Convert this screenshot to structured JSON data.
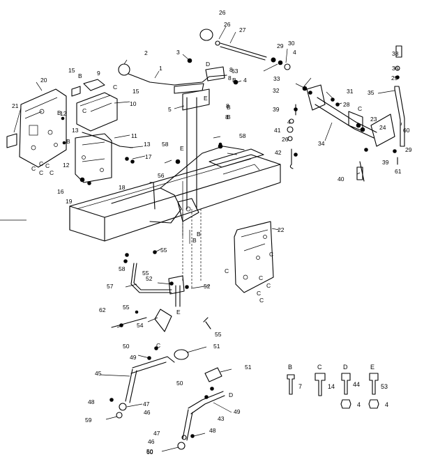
{
  "callouts": [
    {
      "id": "c1",
      "text": "1"
    },
    {
      "id": "c2",
      "text": "2"
    },
    {
      "id": "c3",
      "text": "3"
    },
    {
      "id": "c4a",
      "text": "4"
    },
    {
      "id": "c4b",
      "text": "4"
    },
    {
      "id": "c4c",
      "text": "4"
    },
    {
      "id": "c5",
      "text": "5"
    },
    {
      "id": "c8a",
      "text": "8"
    },
    {
      "id": "c8b",
      "text": "8"
    },
    {
      "id": "c8c",
      "text": "8"
    },
    {
      "id": "c8d",
      "text": "8"
    },
    {
      "id": "c9",
      "text": "9"
    },
    {
      "id": "c10",
      "text": "10"
    },
    {
      "id": "c11",
      "text": "11"
    },
    {
      "id": "c12a",
      "text": "12"
    },
    {
      "id": "c12b",
      "text": "12"
    },
    {
      "id": "c13a",
      "text": "13"
    },
    {
      "id": "c13b",
      "text": "13"
    },
    {
      "id": "c15a",
      "text": "15"
    },
    {
      "id": "c15b",
      "text": "15"
    },
    {
      "id": "c16",
      "text": "16"
    },
    {
      "id": "c17",
      "text": "17"
    },
    {
      "id": "c18",
      "text": "18"
    },
    {
      "id": "c19",
      "text": "19"
    },
    {
      "id": "c20",
      "text": "20"
    },
    {
      "id": "c21",
      "text": "21"
    },
    {
      "id": "c22",
      "text": "22"
    },
    {
      "id": "c23",
      "text": "23"
    },
    {
      "id": "c24",
      "text": "24"
    },
    {
      "id": "c26a",
      "text": "26"
    },
    {
      "id": "c26b",
      "text": "26"
    },
    {
      "id": "c26c",
      "text": "26"
    },
    {
      "id": "c27",
      "text": "27"
    },
    {
      "id": "c28",
      "text": "28"
    },
    {
      "id": "c29a",
      "text": "29"
    },
    {
      "id": "c29b",
      "text": "29"
    },
    {
      "id": "c29c",
      "text": "29"
    },
    {
      "id": "c30",
      "text": "30"
    },
    {
      "id": "c31",
      "text": "31"
    },
    {
      "id": "c32",
      "text": "32"
    },
    {
      "id": "c33",
      "text": "33"
    },
    {
      "id": "c34",
      "text": "34"
    },
    {
      "id": "c35",
      "text": "35"
    },
    {
      "id": "c36",
      "text": "36"
    },
    {
      "id": "c38",
      "text": "38"
    },
    {
      "id": "c39a",
      "text": "39"
    },
    {
      "id": "c39b",
      "text": "39"
    },
    {
      "id": "c40",
      "text": "40"
    },
    {
      "id": "c41",
      "text": "41"
    },
    {
      "id": "c42",
      "text": "42"
    },
    {
      "id": "c43",
      "text": "43"
    },
    {
      "id": "c45",
      "text": "45"
    },
    {
      "id": "c46a",
      "text": "46"
    },
    {
      "id": "c46b",
      "text": "46"
    },
    {
      "id": "c47a",
      "text": "47"
    },
    {
      "id": "c47b",
      "text": "47"
    },
    {
      "id": "c48a",
      "text": "48"
    },
    {
      "id": "c48b",
      "text": "48"
    },
    {
      "id": "c49a",
      "text": "49"
    },
    {
      "id": "c49b",
      "text": "49"
    },
    {
      "id": "c50a",
      "text": "50"
    },
    {
      "id": "c50b",
      "text": "50"
    },
    {
      "id": "c50c",
      "text": "50"
    },
    {
      "id": "c51a",
      "text": "51"
    },
    {
      "id": "c51b",
      "text": "51"
    },
    {
      "id": "c52a",
      "text": "52"
    },
    {
      "id": "c52b",
      "text": "52"
    },
    {
      "id": "c54",
      "text": "54"
    },
    {
      "id": "c55a",
      "text": "55"
    },
    {
      "id": "c55b",
      "text": "55"
    },
    {
      "id": "c55c",
      "text": "55"
    },
    {
      "id": "c55d",
      "text": "55"
    },
    {
      "id": "c56",
      "text": "56"
    },
    {
      "id": "c57",
      "text": "57"
    },
    {
      "id": "c58a",
      "text": "58"
    },
    {
      "id": "c58b",
      "text": "58"
    },
    {
      "id": "c58c",
      "text": "58"
    },
    {
      "id": "c59",
      "text": "59"
    },
    {
      "id": "c60a",
      "text": "60"
    },
    {
      "id": "c60b",
      "text": "60"
    },
    {
      "id": "c61",
      "text": "61"
    },
    {
      "id": "c62",
      "text": "62"
    },
    {
      "id": "c63",
      "text": "63"
    },
    {
      "id": "cB1",
      "text": "B"
    },
    {
      "id": "cB2",
      "text": "B"
    },
    {
      "id": "cB3",
      "text": "B"
    },
    {
      "id": "cB4",
      "text": "B"
    },
    {
      "id": "cB5",
      "text": "B"
    },
    {
      "id": "cB6",
      "text": "B"
    },
    {
      "id": "cB7",
      "text": "B"
    },
    {
      "id": "cB8",
      "text": "B"
    },
    {
      "id": "cC1",
      "text": "C"
    },
    {
      "id": "cC2",
      "text": "C"
    },
    {
      "id": "cC3",
      "text": "C"
    },
    {
      "id": "cC4",
      "text": "C"
    },
    {
      "id": "cC5",
      "text": "C"
    },
    {
      "id": "cC6",
      "text": "C"
    },
    {
      "id": "cC7",
      "text": "C"
    },
    {
      "id": "cC8",
      "text": "C"
    },
    {
      "id": "cC9",
      "text": "C"
    },
    {
      "id": "cC10",
      "text": "C"
    },
    {
      "id": "cC11",
      "text": "C"
    },
    {
      "id": "cC12",
      "text": "C"
    },
    {
      "id": "cC13",
      "text": "C"
    },
    {
      "id": "cC14",
      "text": "C"
    },
    {
      "id": "cC15",
      "text": "C"
    },
    {
      "id": "cD1",
      "text": "D"
    },
    {
      "id": "cD2",
      "text": "D"
    },
    {
      "id": "cE1",
      "text": "E"
    },
    {
      "id": "cE2",
      "text": "E"
    },
    {
      "id": "cE3",
      "text": "E"
    },
    {
      "id": "cE4",
      "text": "E"
    }
  ],
  "legend": [
    {
      "letter": "B",
      "part": "7"
    },
    {
      "letter": "C",
      "part": "14"
    },
    {
      "letter": "D",
      "part": "44",
      "nut": "4"
    },
    {
      "letter": "E",
      "part": "53",
      "nut": "4"
    }
  ]
}
